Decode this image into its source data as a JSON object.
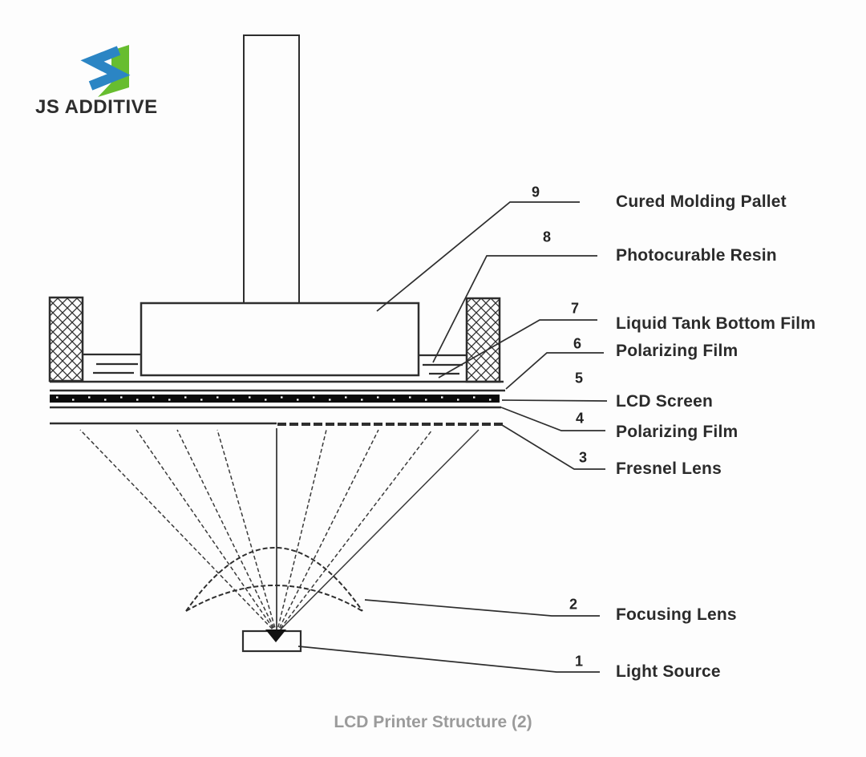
{
  "logo": {
    "brand": "JS ADDITIVE",
    "icon": "js-additive-logo-icon",
    "colors": {
      "blue": "#2b85c4",
      "green": "#67bd2f",
      "text": "#2d2d2d"
    }
  },
  "diagram": {
    "name": "LCD printer structure cross-section",
    "line_color": "#2e2e2e",
    "callouts": [
      {
        "num": "9",
        "label": "Cured Molding Pallet"
      },
      {
        "num": "8",
        "label": "Photocurable Resin"
      },
      {
        "num": "7",
        "label": "Liquid Tank Bottom Film"
      },
      {
        "num": "6",
        "label": "Polarizing Film"
      },
      {
        "num": "5",
        "label": "LCD Screen"
      },
      {
        "num": "4",
        "label": "Polarizing Film"
      },
      {
        "num": "3",
        "label": "Fresnel Lens"
      },
      {
        "num": "2",
        "label": "Focusing Lens"
      },
      {
        "num": "1",
        "label": "Light Source"
      }
    ]
  },
  "caption": "LCD Printer Structure (2)",
  "caption_color": "#9b9b9b"
}
